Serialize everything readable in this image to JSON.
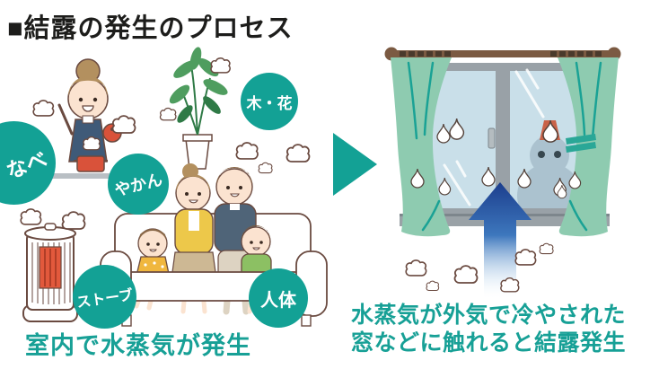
{
  "title": "■結露の発生のプロセス",
  "left_scene": {
    "description": "indoor room with woman cooking, houseplant, family on sofa, heater, steam puffs",
    "labels": [
      {
        "id": "nabe",
        "text": "なべ"
      },
      {
        "id": "yakan",
        "text": "やかん"
      },
      {
        "id": "ki-hana",
        "text": "木・花"
      },
      {
        "id": "stove",
        "text": "ストーブ"
      },
      {
        "id": "jintai",
        "text": "人体"
      }
    ],
    "caption": "室内で水蒸気が発生"
  },
  "right_scene": {
    "description": "window with green curtains, condensation droplets, snowman outside, rising vapor arrow",
    "caption_lines": [
      "水蒸気が外気で冷やされた",
      "窓などに触れると結露発生"
    ]
  },
  "icons": {
    "steam_puff": "cloud of water vapor",
    "arrow_right": "process direction arrow",
    "arrow_up": "vapor rising to window",
    "droplet": "condensation drop",
    "snowman": "cold outside indicator"
  },
  "colors": {
    "accent_teal": "#13a195",
    "caption_teal": "#17a096",
    "title_black": "#1d1d1b",
    "outline_brown": "#6a4a40",
    "pot_red": "#d9523a",
    "curtain_green": "#8ecbb0",
    "curtain_fold": "#1aa295",
    "glass_blue": "#c9dfe9",
    "frame_gray": "#99a1a7",
    "rod_brown": "#7b5a42",
    "snowman_gray": "#abc2cf",
    "arrow_blue": "#1c3e8d"
  }
}
